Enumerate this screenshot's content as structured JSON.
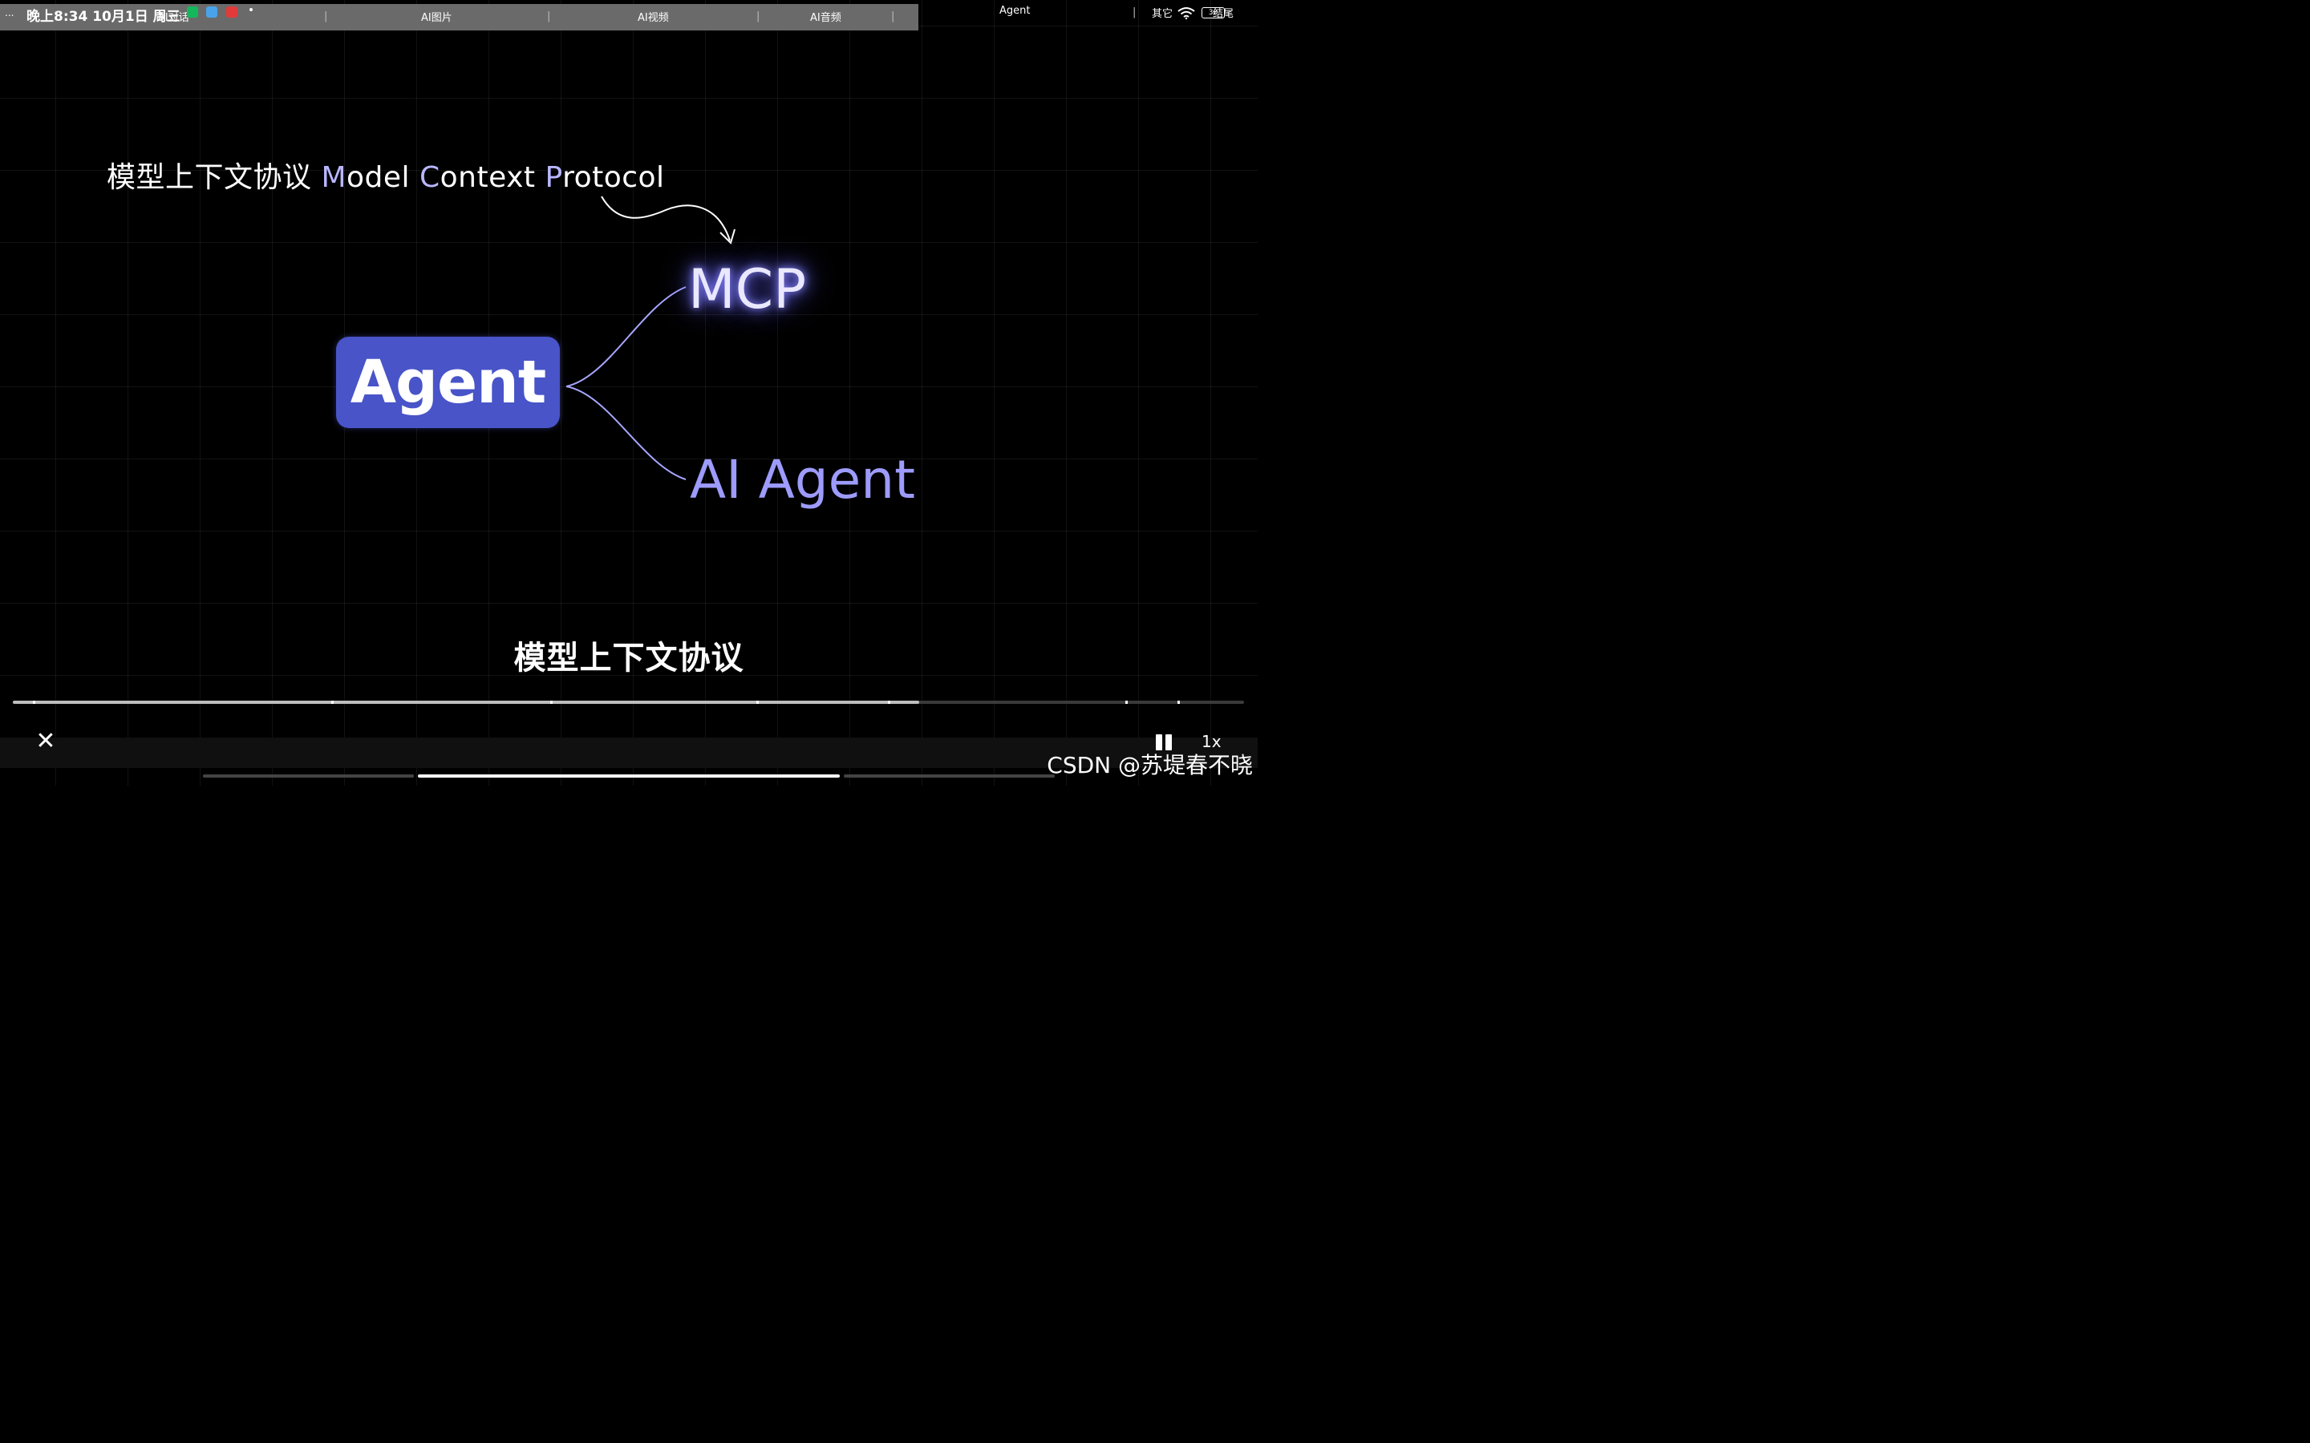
{
  "status_bar": {
    "more": "...",
    "time": "晚上8:34 10月1日 周三",
    "battery": "30"
  },
  "chapters": {
    "tabs": [
      "AI对话",
      "AI图片",
      "AI视频",
      "AI音频"
    ],
    "active": "Agent",
    "other": "其它",
    "end": "结尾"
  },
  "diagram": {
    "protocol_prefix": "模型上下文协议 ",
    "protocol_M": "M",
    "protocol_odel": "odel ",
    "protocol_C": "C",
    "protocol_ontext": "ontext ",
    "protocol_P": "P",
    "protocol_rotocol": "rotocol",
    "agent": "Agent",
    "mcp": "MCP",
    "ai_agent": "AI Agent"
  },
  "subtitle": "模型上下文协议",
  "player": {
    "progress": 0.736,
    "speed": "1x"
  },
  "watermark": "CSDN @苏堤春不晓",
  "colors": {
    "agent_box": "#4854c8",
    "highlight": "#b8b6ff",
    "mcp_glow": "#6f6cff",
    "ai_agent": "#9d9bfb"
  },
  "icons": [
    "close-icon",
    "pause-icon",
    "wifi-icon",
    "battery-icon",
    "arrow-icon"
  ]
}
